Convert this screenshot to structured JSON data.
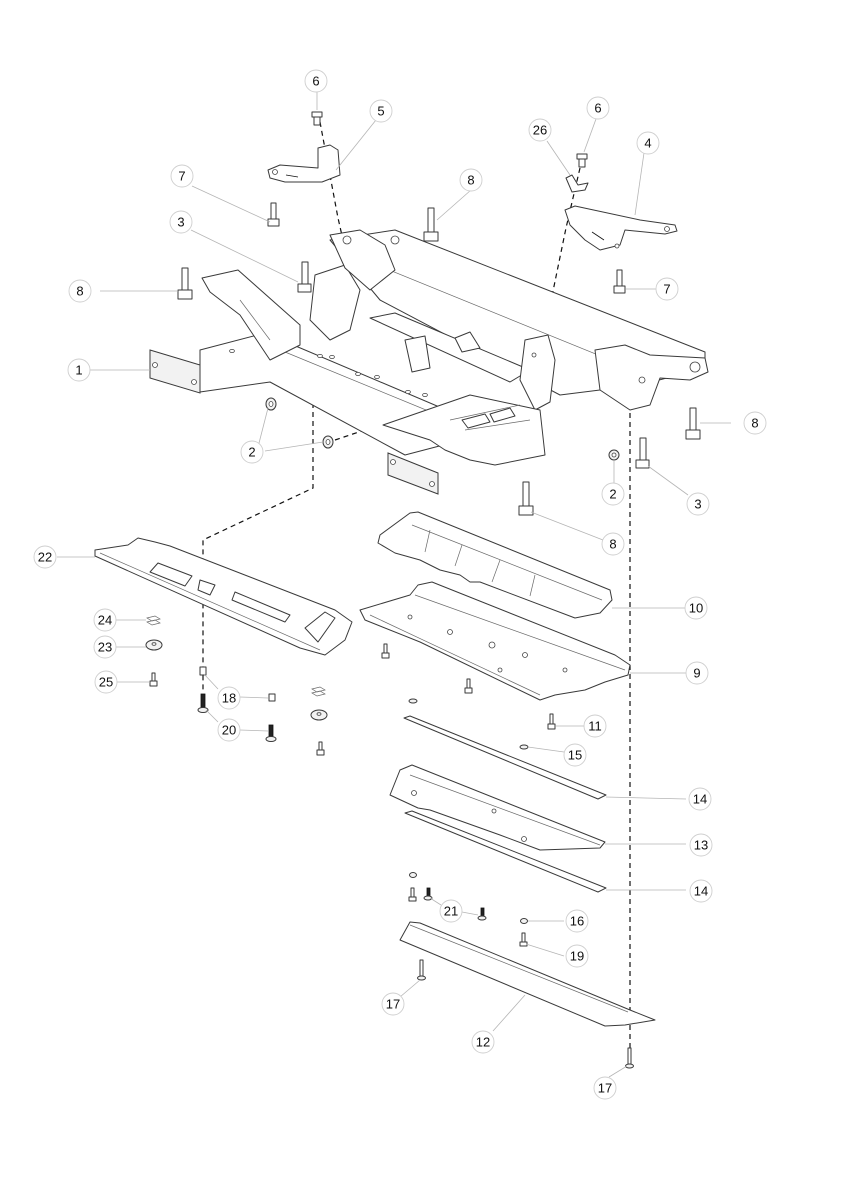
{
  "title": "Front subframe exploded parts diagram",
  "callouts": [
    {
      "id": "c1",
      "label": "1",
      "part": "subframe"
    },
    {
      "id": "c2a",
      "label": "2",
      "part": "nut"
    },
    {
      "id": "c2b",
      "label": "2",
      "part": "nut"
    },
    {
      "id": "c3a",
      "label": "3",
      "part": "bolt"
    },
    {
      "id": "c3b",
      "label": "3",
      "part": "bolt"
    },
    {
      "id": "c4",
      "label": "4",
      "part": "bracket-right"
    },
    {
      "id": "c5",
      "label": "5",
      "part": "bracket-left"
    },
    {
      "id": "c6a",
      "label": "6",
      "part": "bolt"
    },
    {
      "id": "c6b",
      "label": "6",
      "part": "bolt"
    },
    {
      "id": "c7a",
      "label": "7",
      "part": "bolt"
    },
    {
      "id": "c7b",
      "label": "7",
      "part": "bolt"
    },
    {
      "id": "c8a",
      "label": "8",
      "part": "bolt"
    },
    {
      "id": "c8b",
      "label": "8",
      "part": "bolt"
    },
    {
      "id": "c8c",
      "label": "8",
      "part": "bolt"
    },
    {
      "id": "c8d",
      "label": "8",
      "part": "bolt"
    },
    {
      "id": "c9",
      "label": "9",
      "part": "lower-plate"
    },
    {
      "id": "c10",
      "label": "10",
      "part": "upper-cover"
    },
    {
      "id": "c11",
      "label": "11",
      "part": "bolt"
    },
    {
      "id": "c12",
      "label": "12",
      "part": "deflector"
    },
    {
      "id": "c13",
      "label": "13",
      "part": "shield"
    },
    {
      "id": "c14a",
      "label": "14",
      "part": "strip"
    },
    {
      "id": "c14b",
      "label": "14",
      "part": "strip"
    },
    {
      "id": "c15",
      "label": "15",
      "part": "washer"
    },
    {
      "id": "c16",
      "label": "16",
      "part": "nut"
    },
    {
      "id": "c17a",
      "label": "17",
      "part": "screw"
    },
    {
      "id": "c17b",
      "label": "17",
      "part": "screw"
    },
    {
      "id": "c18",
      "label": "18",
      "part": "spacer"
    },
    {
      "id": "c19",
      "label": "19",
      "part": "bolt"
    },
    {
      "id": "c20",
      "label": "20",
      "part": "screw"
    },
    {
      "id": "c21",
      "label": "21",
      "part": "stud"
    },
    {
      "id": "c22",
      "label": "22",
      "part": "side-shield"
    },
    {
      "id": "c23",
      "label": "23",
      "part": "grommet"
    },
    {
      "id": "c24",
      "label": "24",
      "part": "clip"
    },
    {
      "id": "c25",
      "label": "25",
      "part": "bolt"
    },
    {
      "id": "c26",
      "label": "26",
      "part": "clip"
    }
  ]
}
